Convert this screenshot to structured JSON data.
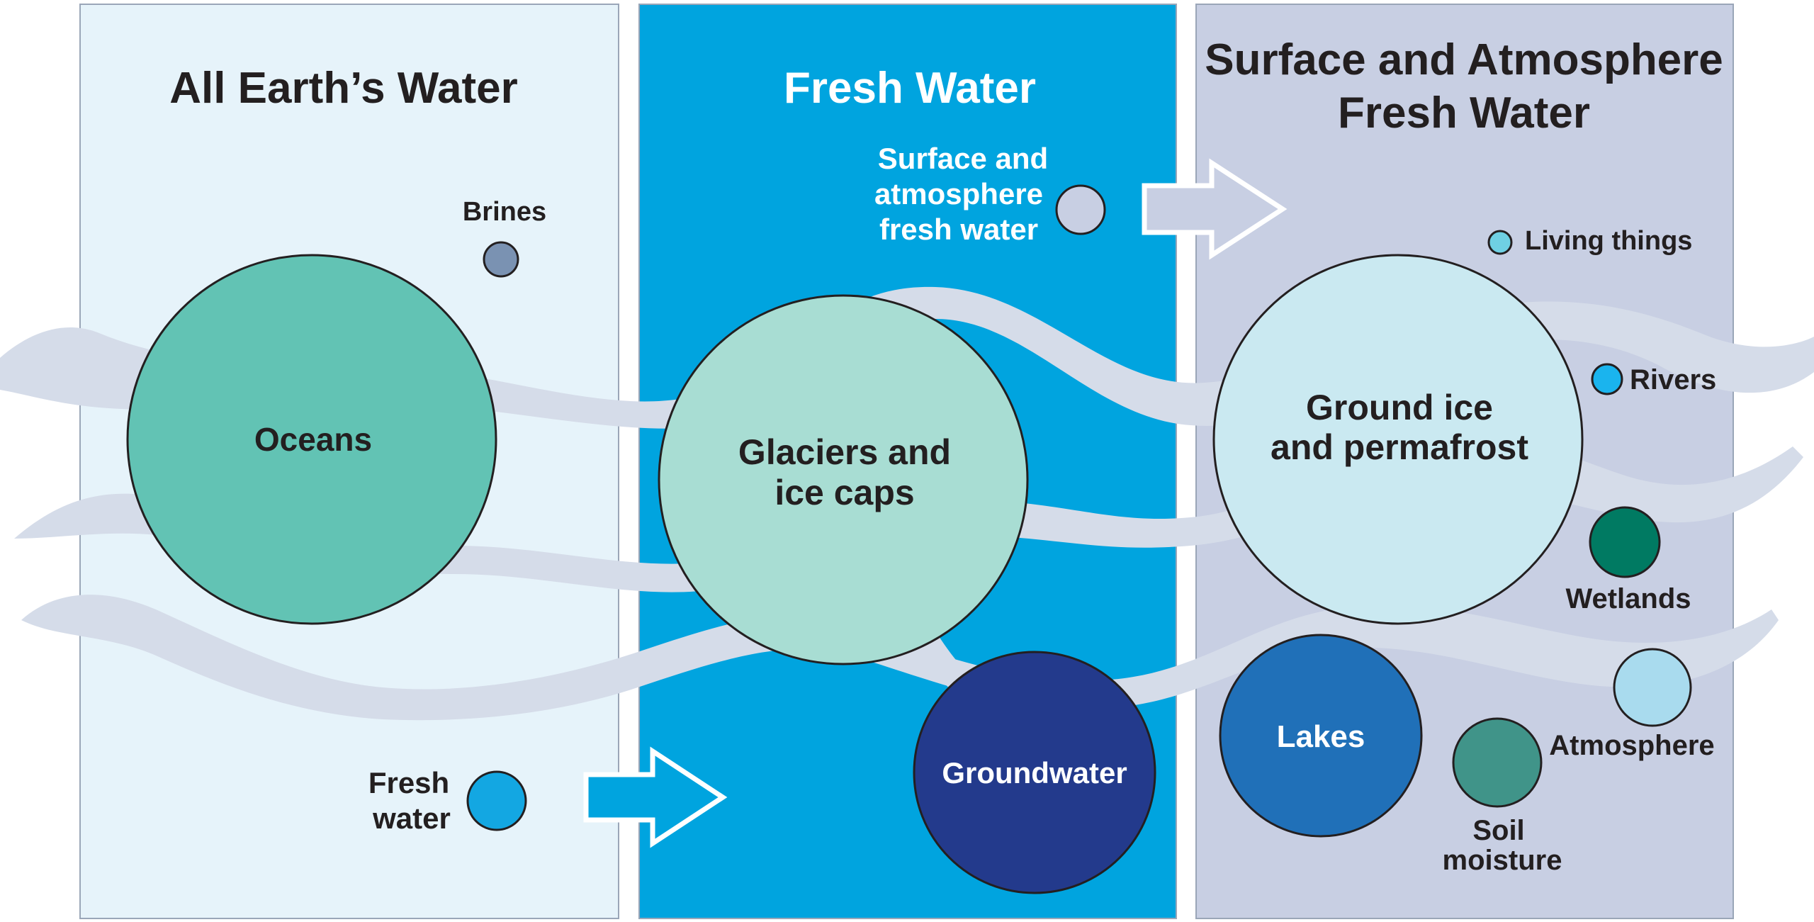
{
  "panels": {
    "all_water": {
      "title": "All Earth’s Water"
    },
    "fresh_water": {
      "title": "Fresh Water"
    },
    "surface_atmosphere": {
      "title_line1": "Surface and Atmosphere",
      "title_line2": "Fresh Water"
    }
  },
  "labels": {
    "brines": "Brines",
    "oceans": "Oceans",
    "fresh_water_line1": "Fresh",
    "fresh_water_line2": "water",
    "surface_fw_line1": "Surface and",
    "surface_fw_line2": "atmosphere",
    "surface_fw_line3": "fresh water",
    "glaciers_line1": "Glaciers and",
    "glaciers_line2": "ice caps",
    "groundwater": "Groundwater",
    "ground_ice_line1": "Ground ice",
    "ground_ice_line2": "and permafrost",
    "living_things": "Living things",
    "rivers": "Rivers",
    "wetlands": "Wetlands",
    "lakes": "Lakes",
    "atmosphere": "Atmosphere",
    "soil_moisture_line1": "Soil",
    "soil_moisture_line2": "moisture"
  },
  "colors": {
    "panel_all_water": "#e6f3fa",
    "panel_fresh_water": "#00a4df",
    "panel_surface": "#c8cfe3",
    "wave": "#d5dce9",
    "oceans": "#62c3b4",
    "brines": "#7a92b2",
    "fresh_water_dot": "#13a7e2",
    "glaciers": "#a8ddd3",
    "groundwater": "#233a8c",
    "ground_ice": "#cae9f1",
    "living_things": "#6fd0e3",
    "rivers": "#1ab4ee",
    "wetlands": "#007a62",
    "lakes": "#2070b8",
    "atmosphere": "#a9dbee",
    "soil_moisture": "#409489"
  }
}
